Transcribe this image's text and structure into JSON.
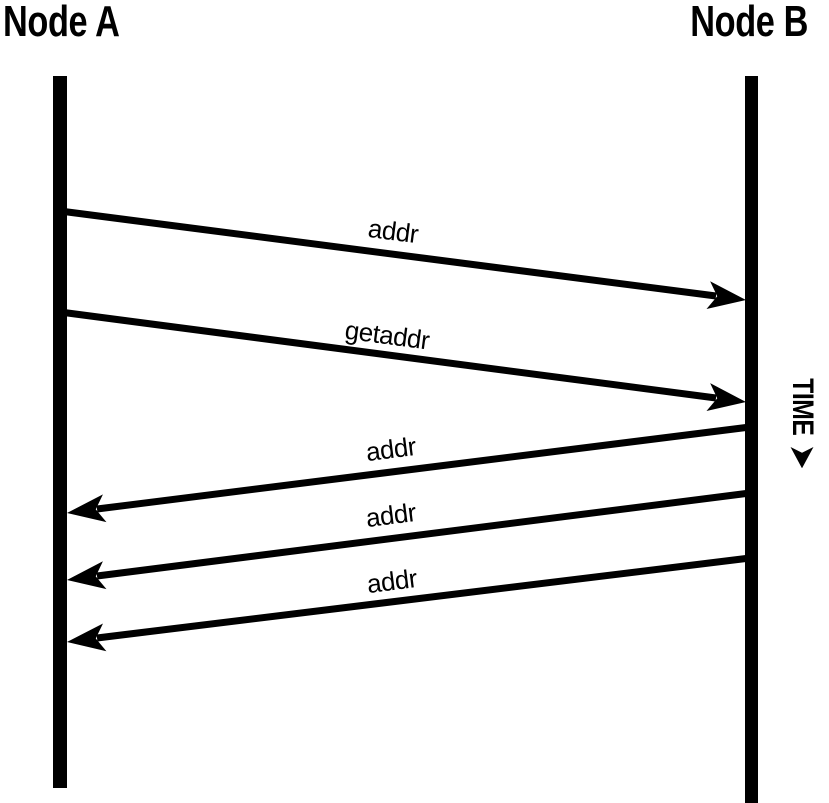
{
  "diagram": {
    "node_a_label": "Node A",
    "node_b_label": "Node B",
    "time_axis_label": "TIME",
    "colors": {
      "foreground": "#000000",
      "background": "#ffffff"
    },
    "messages": [
      {
        "label": "addr",
        "from": "Node A",
        "to": "Node B"
      },
      {
        "label": "getaddr",
        "from": "Node A",
        "to": "Node B"
      },
      {
        "label": "addr",
        "from": "Node B",
        "to": "Node A"
      },
      {
        "label": "addr",
        "from": "Node B",
        "to": "Node A"
      },
      {
        "label": "addr",
        "from": "Node B",
        "to": "Node A"
      }
    ]
  }
}
